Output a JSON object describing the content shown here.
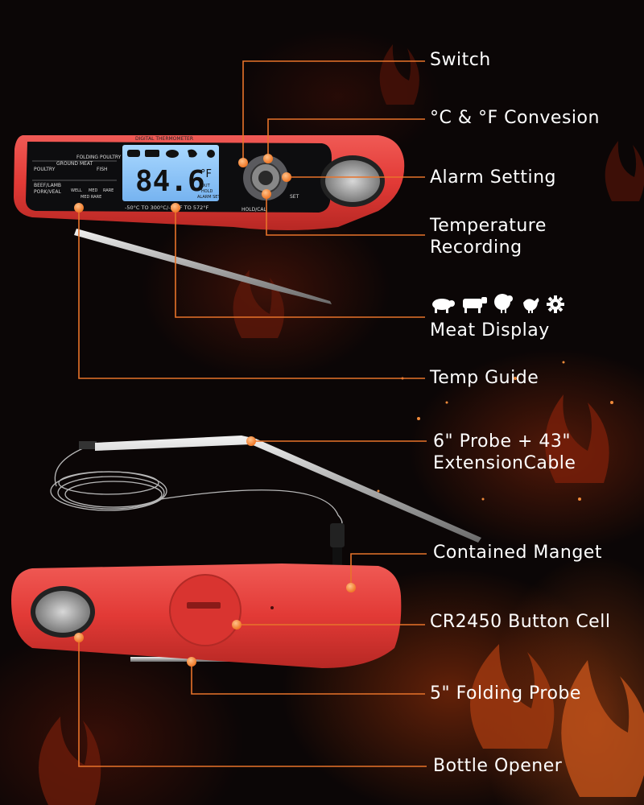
{
  "labels": {
    "switch": "Switch",
    "conversion": "°C & °F Convesion",
    "alarm": "Alarm Setting",
    "temp_recording": "Temperature Recording",
    "meat_display": "Meat Display",
    "temp_guide": "Temp Guide",
    "probe": "6\" Probe + 43\" ExtensionCable",
    "manget": "Contained Manget",
    "cell": "CR2450 Button Cell",
    "folding_probe": "5\" Folding Probe",
    "bottle_opener": "Bottle Opener"
  },
  "device": {
    "brand_text": "DIGITAL THERMOMETER",
    "reading": "84.6",
    "unit": "°F",
    "status_out": "OUT",
    "status_hold": "HOLD",
    "status_alarm": "ALARM SET",
    "range_text": "-50°C TO 300°C/-58°F TO 572°F",
    "button_hold": "HOLD/CAL",
    "button_set": "SET",
    "guide_text": [
      "POULTRY",
      "GROUND MEAT",
      "FOLDING POULTRY",
      "BEEF/LAMB",
      "PORK/VEAL",
      "WELL",
      "MED",
      "FISH",
      "RARE",
      "MED RARE"
    ]
  },
  "meat_icons": [
    "pig-icon",
    "cow-icon",
    "turkey-icon",
    "chicken-icon",
    "gear-icon"
  ],
  "colors": {
    "accent_dot": "#f07a2a",
    "leader_line": "#e8732a",
    "body_red": "#e23a36",
    "lcd_blue": "#8fc8ff"
  }
}
